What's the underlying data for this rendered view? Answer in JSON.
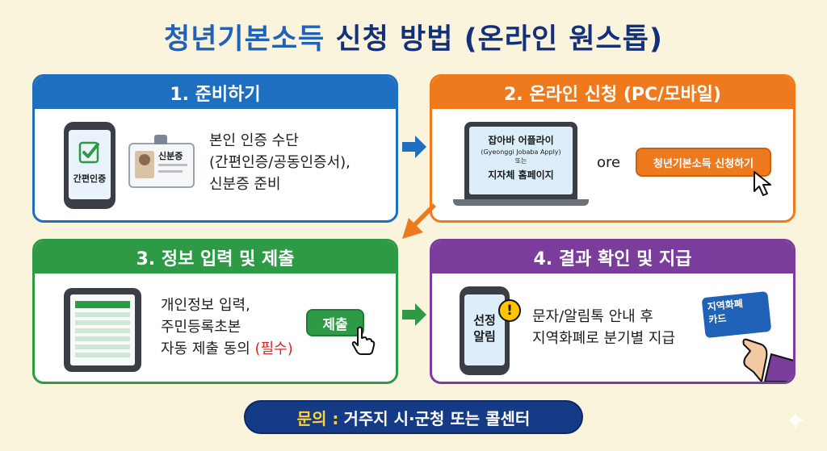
{
  "title": {
    "part1": "청년기본소득",
    "part2": "신청 방법 (온라인 원스톱)"
  },
  "steps": [
    {
      "header": "1. 준비하기",
      "phone_label": "간편인증",
      "id_card_label": "신분증",
      "lines": [
        "본인 인증 수단",
        "(간편인증/공동인증서),",
        "신분증 준비"
      ]
    },
    {
      "header": "2. 온라인 신청 (PC/모바일)",
      "laptop_line1": "잡아바 어플라이",
      "laptop_line2": "(Gyeonggi Jobaba Apply)",
      "laptop_line3": "또는",
      "laptop_line4": "지자체 홈페이지",
      "or_text": "ore",
      "apply_button": "청년기본소득 신청하기"
    },
    {
      "header": "3. 정보 입력 및 제출",
      "lines": [
        "개인정보 입력,",
        "주민등록초본",
        "자동 제출 동의"
      ],
      "required_text": "(필수)",
      "submit_button": "제출"
    },
    {
      "header": "4. 결과 확인 및 지급",
      "phone_line1": "선정",
      "phone_line2": "알림",
      "alert_mark": "!",
      "lines": [
        "문자/알림톡 안내 후",
        "지역화폐로 분기별 지급"
      ],
      "card_line1": "지역화폐",
      "card_line2": "카드"
    }
  ],
  "contact": {
    "label": "문의 :",
    "text": "거주지 시·군청 또는 콜센터"
  },
  "colors": {
    "step1": "#1e6fc0",
    "step2": "#ee7a1d",
    "step3": "#2e9a45",
    "step4": "#7a3d9c"
  }
}
